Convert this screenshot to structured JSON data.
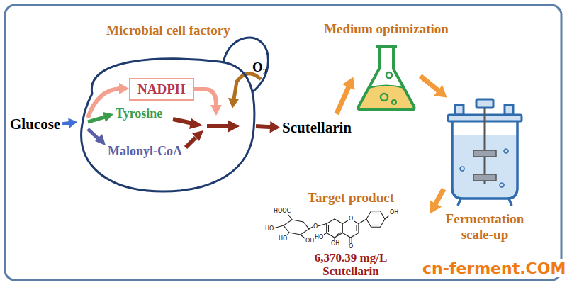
{
  "diagram": {
    "nodes": [
      {
        "text": [
          "Glucose"
        ]
      },
      {
        "text": [
          "Microbial cell factory"
        ]
      },
      {
        "text": [
          "NADPH"
        ],
        "in": 1
      },
      {
        "text": [
          "Scutellarin"
        ]
      },
      {
        "text": [
          "Medium optimization"
        ]
      },
      {
        "text": [
          "Fermentation scale-up"
        ]
      },
      {
        "text": [
          "Target product",
          "6,370.39 mg/L Scutellarin"
        ]
      }
    ],
    "edges": [
      {
        "from": 0,
        "to": 1,
        "arrow": "to"
      },
      {
        "from": 1,
        "to": 3,
        "arrow": "to"
      },
      {
        "from": 3,
        "to": 4,
        "arrow": "to"
      },
      {
        "from": 4,
        "to": 5,
        "arrow": "to"
      },
      {
        "from": 5,
        "to": 6,
        "arrow": "to"
      }
    ],
    "labels": [
      "Tyrosine",
      "Malonyl-CoA",
      "O₂",
      "HOOC",
      "HO",
      "HO",
      "OH",
      "O",
      "HO",
      "OH",
      "O",
      "O",
      "OH",
      "cn-ferment.COM"
    ]
  }
}
